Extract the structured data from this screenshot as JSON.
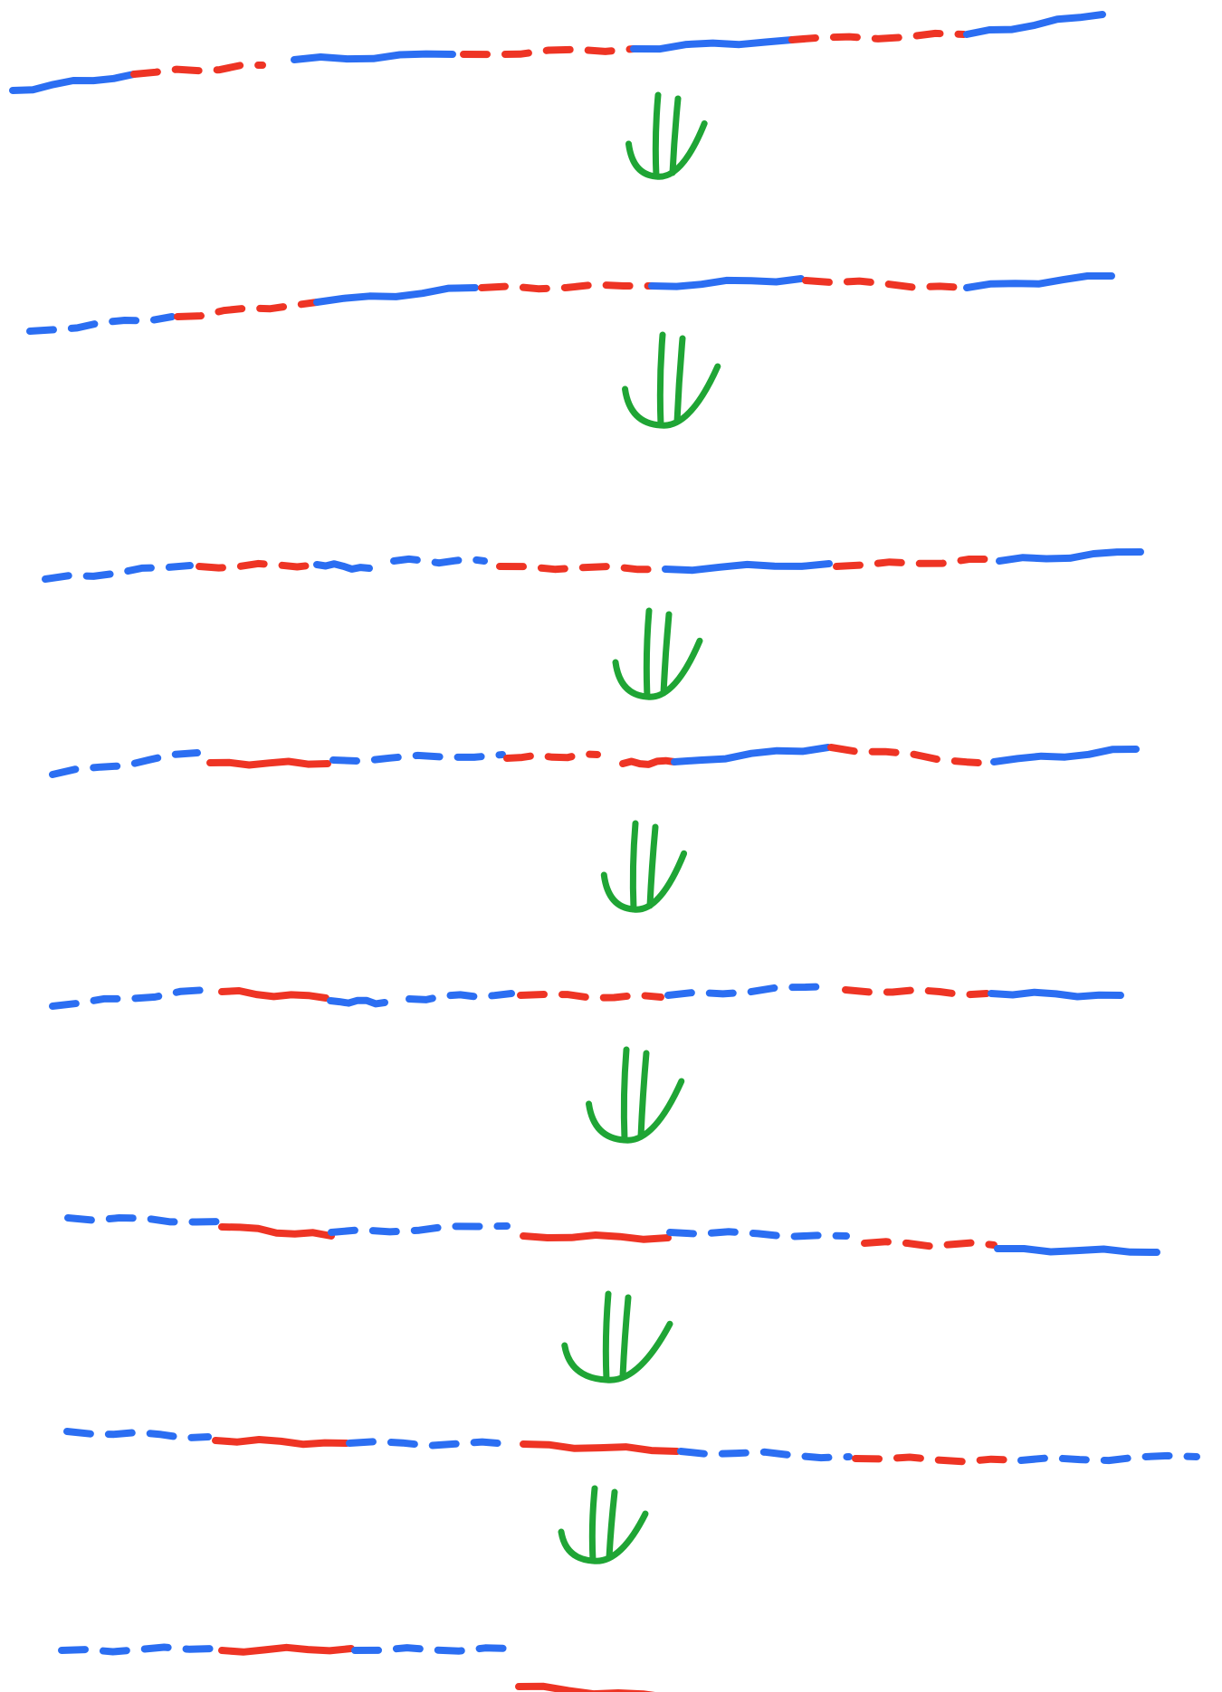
{
  "colors": {
    "line_a": "#2b6ef2",
    "line_b": "#ee3424",
    "arrow": "#1fa535",
    "background": "#ffffff"
  },
  "stages": [
    {
      "id": "stage-1"
    },
    {
      "id": "stage-2"
    },
    {
      "id": "stage-3"
    },
    {
      "id": "stage-4"
    },
    {
      "id": "stage-5"
    },
    {
      "id": "stage-6"
    },
    {
      "id": "stage-7"
    },
    {
      "id": "stage-8"
    }
  ],
  "transitions": [
    {
      "from": "stage-1",
      "to": "stage-2",
      "icon": "double-down-arrow-icon"
    },
    {
      "from": "stage-2",
      "to": "stage-3",
      "icon": "double-down-arrow-icon"
    },
    {
      "from": "stage-3",
      "to": "stage-4",
      "icon": "double-down-arrow-icon"
    },
    {
      "from": "stage-4",
      "to": "stage-5",
      "icon": "double-down-arrow-icon"
    },
    {
      "from": "stage-5",
      "to": "stage-6",
      "icon": "double-down-arrow-icon"
    },
    {
      "from": "stage-6",
      "to": "stage-7",
      "icon": "double-down-arrow-icon"
    },
    {
      "from": "stage-7",
      "to": "stage-8",
      "icon": "double-down-arrow-icon"
    }
  ]
}
